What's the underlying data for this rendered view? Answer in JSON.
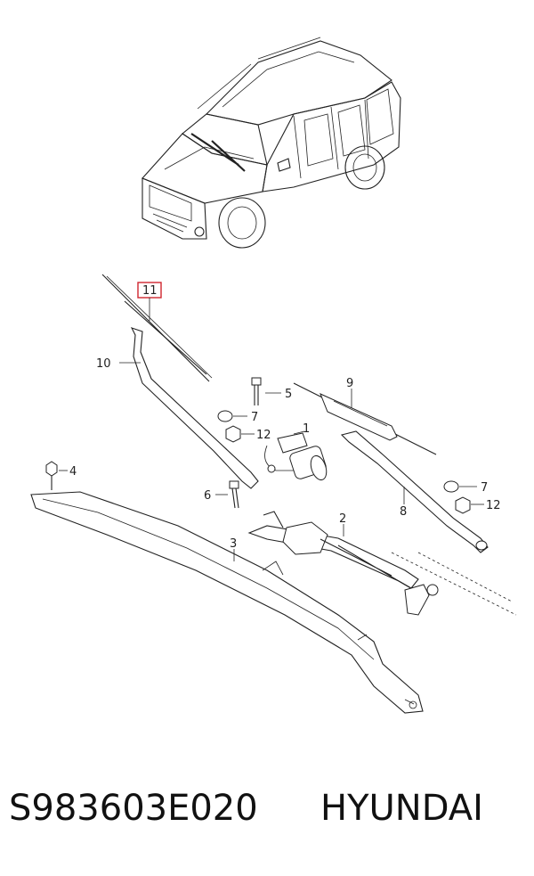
{
  "callouts": {
    "c1": "1",
    "c2": "2",
    "c3": "3",
    "c4": "4",
    "c5": "5",
    "c6": "6",
    "c7a": "7",
    "c7b": "7",
    "c8": "8",
    "c9": "9",
    "c10": "10",
    "c11": "11",
    "c12a": "12",
    "c12b": "12"
  },
  "highlight_color": "#d0262f",
  "caption": {
    "part_number": "S983603E020",
    "brand": "HYUNDAI"
  }
}
